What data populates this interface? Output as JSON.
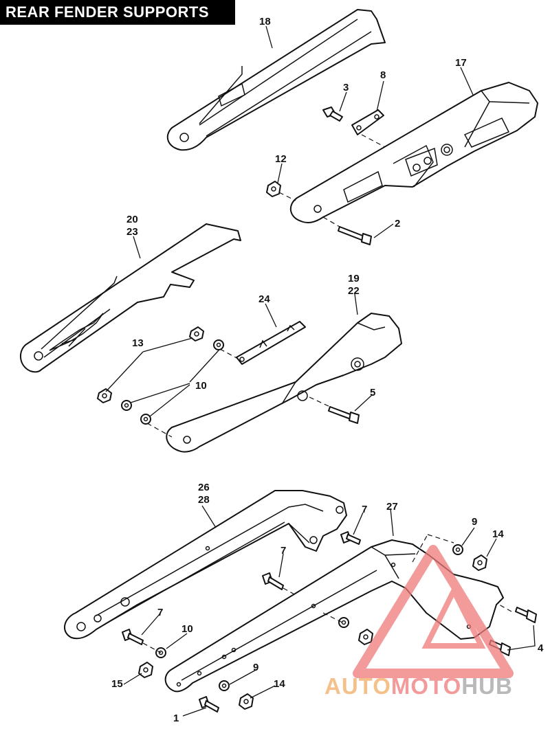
{
  "title": "REAR FENDER SUPPORTS",
  "labels": [
    {
      "id": "18a",
      "text": "18"
    },
    {
      "id": "17",
      "text": "17"
    },
    {
      "id": "3",
      "text": "3"
    },
    {
      "id": "8",
      "text": "8"
    },
    {
      "id": "12",
      "text": "12"
    },
    {
      "id": "2",
      "text": "2"
    },
    {
      "id": "20",
      "text": "20"
    },
    {
      "id": "23",
      "text": "23"
    },
    {
      "id": "24",
      "text": "24"
    },
    {
      "id": "19",
      "text": "19"
    },
    {
      "id": "22",
      "text": "22"
    },
    {
      "id": "13",
      "text": "13"
    },
    {
      "id": "10a",
      "text": "10"
    },
    {
      "id": "5",
      "text": "5"
    },
    {
      "id": "26",
      "text": "26"
    },
    {
      "id": "28",
      "text": "28"
    },
    {
      "id": "7a",
      "text": "7"
    },
    {
      "id": "27",
      "text": "27"
    },
    {
      "id": "9a",
      "text": "9"
    },
    {
      "id": "14a",
      "text": "14"
    },
    {
      "id": "7b",
      "text": "7"
    },
    {
      "id": "7c",
      "text": "7"
    },
    {
      "id": "10b",
      "text": "10"
    },
    {
      "id": "4",
      "text": "4"
    },
    {
      "id": "9b",
      "text": "9"
    },
    {
      "id": "15",
      "text": "15"
    },
    {
      "id": "14b",
      "text": "14"
    },
    {
      "id": "1",
      "text": "1"
    }
  ],
  "watermark": {
    "part1": "AUTO",
    "part2": "MOTO",
    "part3": "HUB"
  }
}
